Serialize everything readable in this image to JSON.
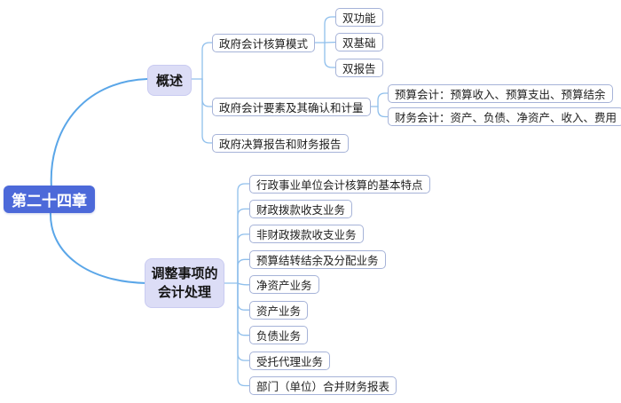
{
  "root": {
    "label": "第二十四章"
  },
  "branches": [
    {
      "label": "概述",
      "children": [
        {
          "label": "政府会计核算模式",
          "children": [
            "双功能",
            "双基础",
            "双报告"
          ]
        },
        {
          "label": "政府会计要素及其确认和计量",
          "children": [
            "预算会计：预算收入、预算支出、预算结余",
            "财务会计：资产、负债、净资产、收入、费用"
          ]
        },
        {
          "label": "政府决算报告和财务报告"
        }
      ]
    },
    {
      "label_lines": [
        "调整事项的",
        "会计处理"
      ],
      "children": [
        "行政事业单位会计核算的基本特点",
        "财政拨款收支业务",
        "非财政拨款收支业务",
        "预算结转结余及分配业务",
        "净资产业务",
        "资产业务",
        "负债业务",
        "受托代理业务",
        "部门（单位）合并财务报表"
      ]
    }
  ],
  "colors": {
    "root_fill": "#4C69D9",
    "root_text": "#FFFFFF",
    "section_fill": "#DCDDF6",
    "section_border": "#C9CBF1",
    "leaf_border": "#A6B3D8",
    "branch_curve": "#5AA6E8",
    "bracket_line": "#8FBFEC"
  }
}
